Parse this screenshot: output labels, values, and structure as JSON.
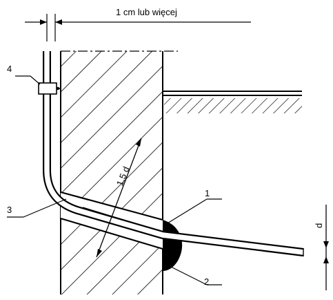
{
  "dimension_top": "1 cm lub więcej",
  "dimension_radius": "1,5 d",
  "dimension_diameter": "d",
  "callouts": {
    "c1": "1",
    "c2": "2",
    "c3": "3",
    "c4": "4"
  }
}
